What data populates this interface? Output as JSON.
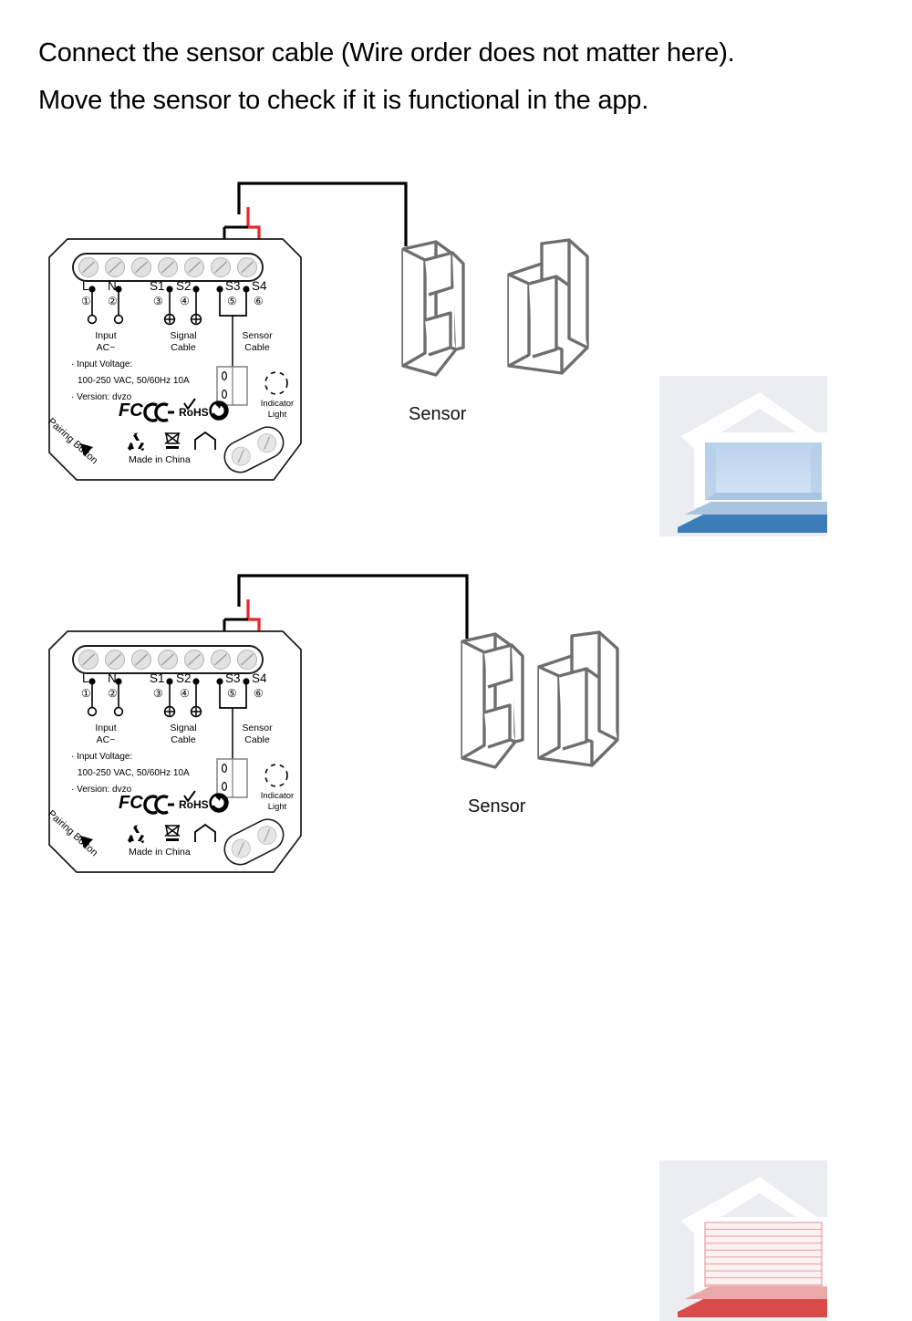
{
  "heading": {
    "line1": "Connect the sensor cable (Wire order does not matter here).",
    "line2": "Move the sensor to check if it is functional in the app."
  },
  "module": {
    "terminals": [
      {
        "letter": "L",
        "number": "①"
      },
      {
        "letter": "N",
        "number": "②"
      },
      {
        "letter": "S1",
        "number": "③"
      },
      {
        "letter": "S2",
        "number": "④"
      },
      {
        "letter": "S3",
        "number": "⑤"
      },
      {
        "letter": "S4",
        "number": "⑥"
      }
    ],
    "input_label_line1": "Input",
    "input_label_line2": "AC~",
    "signal_label_line1": "Signal",
    "signal_label_line2": "Cable",
    "sensor_cable_label_line1": "Sensor",
    "sensor_cable_label_line2": "Cable",
    "spec_voltage_title": "· Input Voltage:",
    "spec_voltage_value": "100-250 VAC, 50/60Hz 10A",
    "spec_version": "· Version: dvzo",
    "indicator_line1": "Indicator",
    "indicator_line2": "Light",
    "pairing_button": "Pairing Button",
    "made_in": "Made in China",
    "certifications": [
      "FCC",
      "CE",
      "RoHS",
      "recycle-arrow",
      "recycle-triangle",
      "weee-bin",
      "house"
    ],
    "screw_count": 7
  },
  "panels": [
    {
      "id": "open",
      "sensor_label": "Sensor",
      "sensor_state": "separated",
      "garage_state": "open",
      "garage_accent": "#3c7cb8",
      "garage_interior": "#c3d8ee"
    },
    {
      "id": "closed",
      "sensor_label": "Sensor",
      "sensor_state": "together",
      "garage_state": "closed",
      "garage_accent": "#d94a4a",
      "garage_door": "#e8a0a0"
    }
  ],
  "colors": {
    "wire_black": "#000000",
    "wire_red": "#e8262b",
    "sensor_outline": "#6e6e6e",
    "module_outline": "#1a1a1a",
    "screw_fill": "#e2e2e2",
    "garage_bg": "#ebedf1",
    "garage_white": "#ffffff",
    "blue_floor": "#3c7cb8",
    "blue_floor_light": "#a8c5e0",
    "red_floor": "#d94a4a",
    "red_floor_light": "#eaa8a8"
  }
}
